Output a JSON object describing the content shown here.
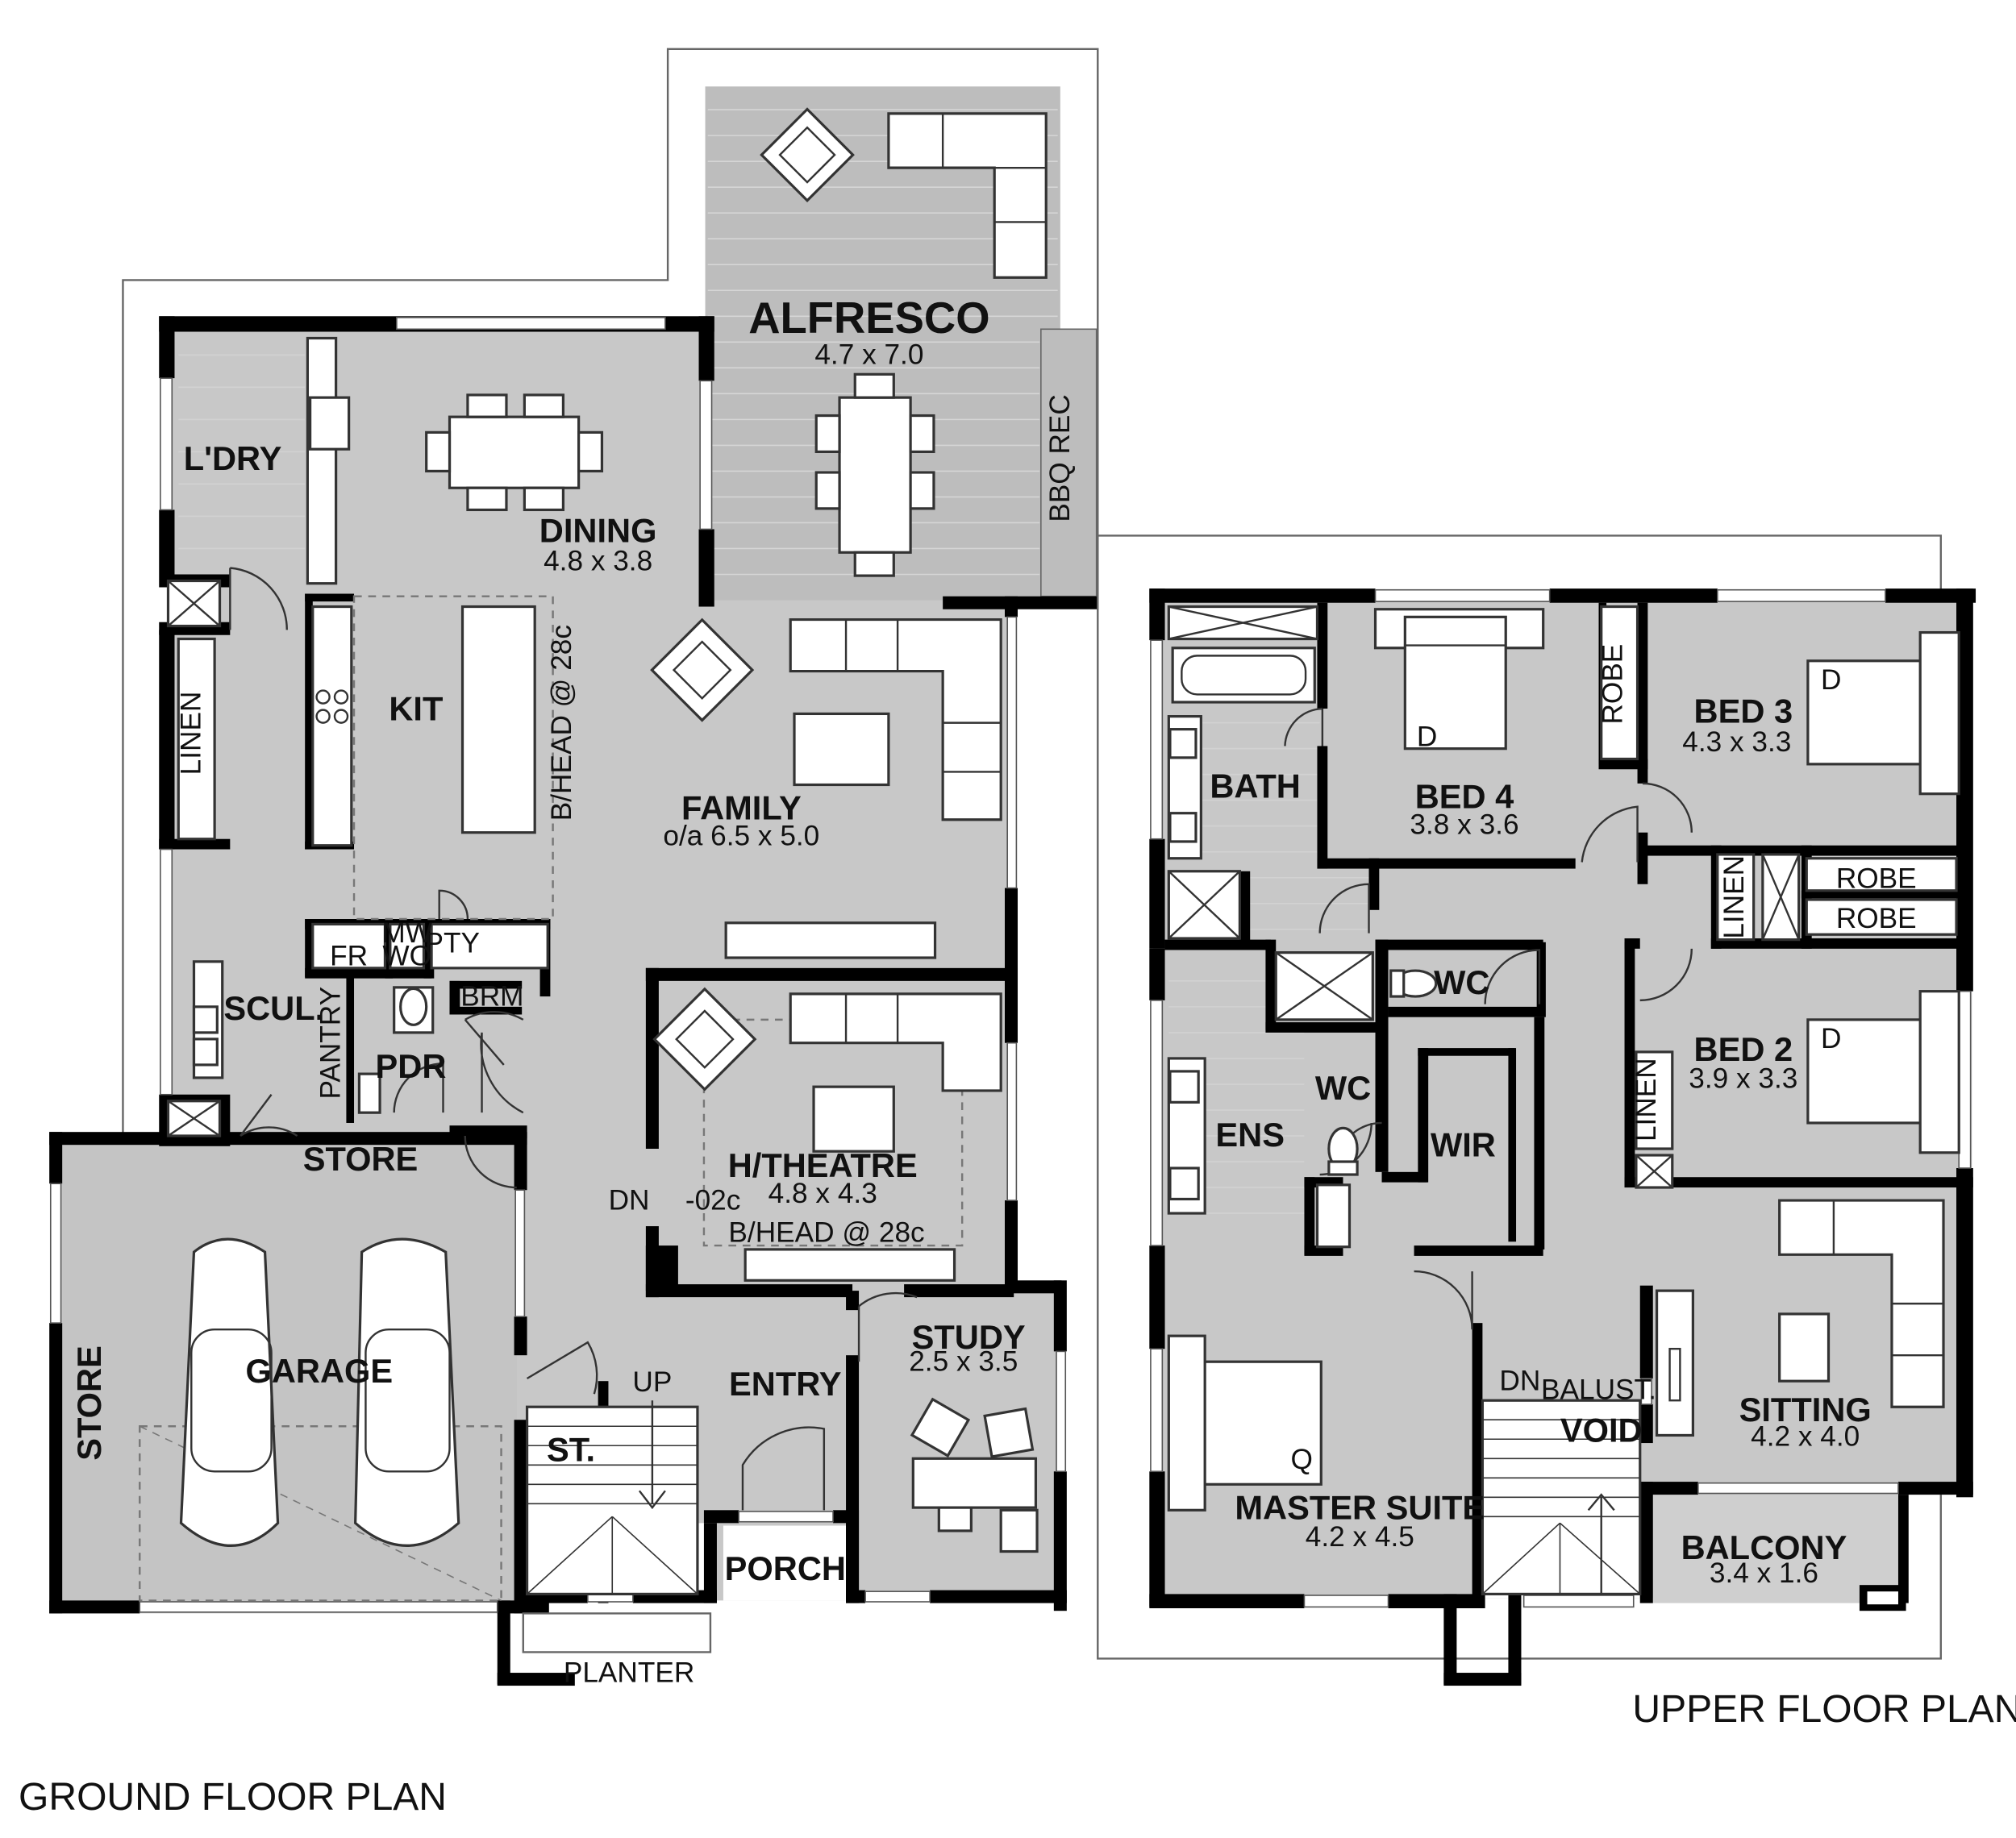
{
  "colors": {
    "floor": "#c8c8c8",
    "deck": "#bdbdbd",
    "wall": "#000000",
    "fixture": "#ffffff"
  },
  "titles": {
    "ground": "GROUND FLOOR PLAN",
    "upper": "UPPER FLOOR PLAN"
  },
  "ground": {
    "alfresco": {
      "name": "ALFRESCO",
      "size": "4.7 x 7.0"
    },
    "bbq": "BBQ REC",
    "laundry": "L'DRY",
    "dining": {
      "name": "DINING",
      "size": "4.8 x 3.8"
    },
    "kitchen": "KIT",
    "bulkhead_kit": "B/HEAD @ 28c",
    "linen": "LINEN",
    "family": {
      "name": "FAMILY",
      "size": "o/a 6.5 x 5.0"
    },
    "fr": "FR",
    "mw": "MW",
    "wo": "WO",
    "pty": "PTY",
    "brm": "BRM",
    "scullery": "SCUL.",
    "pantry": "PANTRY",
    "pdr": "PDR",
    "theatre": {
      "name": "H/THEATRE",
      "size": "4.8 x 4.3"
    },
    "bulkhead_theatre": "B/HEAD @ 28c",
    "dn": "DN",
    "step": "-02c",
    "store_top": "STORE",
    "store_side": "STORE",
    "garage": "GARAGE",
    "up": "UP",
    "entry": "ENTRY",
    "study": {
      "name": "STUDY",
      "size": "2.5 x 3.5"
    },
    "stair": "ST.",
    "porch": "PORCH",
    "planter": "PLANTER"
  },
  "upper": {
    "bath": "BATH",
    "bed4": {
      "name": "BED 4",
      "size": "3.8 x 3.6"
    },
    "robe_v": "ROBE",
    "bed3": {
      "name": "BED 3",
      "size": "4.3 x 3.3"
    },
    "linen1": "LINEN",
    "robe1": "ROBE",
    "robe2": "ROBE",
    "wc1": "WC",
    "wc2": "WC",
    "bed2": {
      "name": "BED 2",
      "size": "3.9 x 3.3"
    },
    "linen2": "LINEN",
    "ens": "ENS",
    "wir": "WIR",
    "dn": "DN",
    "balust": "BALUST.",
    "void": "VOID",
    "sitting": {
      "name": "SITTING",
      "size": "4.2 x 4.0"
    },
    "master": {
      "name": "MASTER SUITE",
      "size": "4.2 x 4.5"
    },
    "balcony": {
      "name": "BALCONY",
      "size": "3.4 x 1.6"
    },
    "bed_d": "D",
    "bed_q": "Q"
  }
}
